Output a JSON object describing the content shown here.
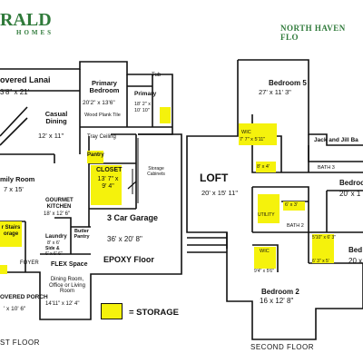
{
  "header": {
    "brand_main": "RALD",
    "brand_sub": "HOMES",
    "plan_title": "NORTH HAVEN FLO"
  },
  "first_floor": {
    "label": "ST FLOOR",
    "rooms": {
      "lanai_name": "overed Lanai",
      "lanai_size": "3'8\" x 21'",
      "primary_bedroom_name": "Primary Bedroom",
      "primary_bedroom_size": "20'2\" x 13'6\"",
      "wood_plank": "Wood Plank Tile",
      "tray_ceiling": "Tray Ceiling",
      "tub": "Tub",
      "primary_bath_name": "Primary",
      "primary_bath_size": "10' 10\"",
      "primary_bath_size_top": "18' 2\" x",
      "casual_dining_name": "Casual Dining",
      "casual_dining_size": "12' x 11\"",
      "family_room_name": "mily Room",
      "family_room_size": "7 x 15'",
      "pantry": "Pantry",
      "closet_name": "CLOSET",
      "closet_size": "13' 7\" x 9' 4\"",
      "storage_cabinets": "Storage Cabinets",
      "garage_name": "3 Car Garage",
      "garage_size": "36' x 20' 8\"",
      "epoxy_floor": "EPOXY Floor",
      "kitchen_name": "GOURMET KITCHEN",
      "kitchen_size": "18' x 12' 6\"",
      "butler_pantry": "Butler Pantry",
      "laundry_name": "Laundry",
      "laundry_size": "8' x 6'",
      "side_name": "Side &",
      "side_size": "6' x 6' 6\"",
      "stairs": "r Stairs orage",
      "foyer": "FOYER",
      "flex_name": "FLEX Space",
      "flex_desc": "Dining Room, Office or Living Room",
      "flex_size": "14'11\" x 12' 4\"",
      "porch_name": "OVERED PORCH",
      "porch_size": "' x 10' 6\""
    }
  },
  "second_floor": {
    "label": "SECOND FLOOR",
    "rooms": {
      "bedroom5_name": "Bedroom 5",
      "bedroom5_size": "27' x 11' 3\"",
      "wic_top": "WIC",
      "wic_top_size": "7' 7\" x 5'11\"",
      "wic_mid_size": "8' x 4'",
      "jack_jill": "Jack and Jill Ba",
      "bath3": "BATH 3",
      "loft_name": "LOFT",
      "loft_size": "20' x 15' 11\"",
      "bedroom_right_name": "Bedroom",
      "bedroom_right_size": "20' x 1",
      "utility": "UTILITY",
      "utility_size": "6' x 3'",
      "bath2": "BATH 2",
      "wic_left": "WIC",
      "wic_left_size": "9'4\" x 5'6\"",
      "wic_right_size": "5'10\" x 6' 3\"",
      "wic_right2_size": "6' 3\" x 5'",
      "bedroom2_name": "Bedroom 2",
      "bedroom2_size": "16 x 12' 8\"",
      "bedroom_far_name": "Bed",
      "bedroom_far_size": "20 x"
    }
  },
  "legend": {
    "label": "= STORAGE",
    "color": "#f5f20c"
  }
}
